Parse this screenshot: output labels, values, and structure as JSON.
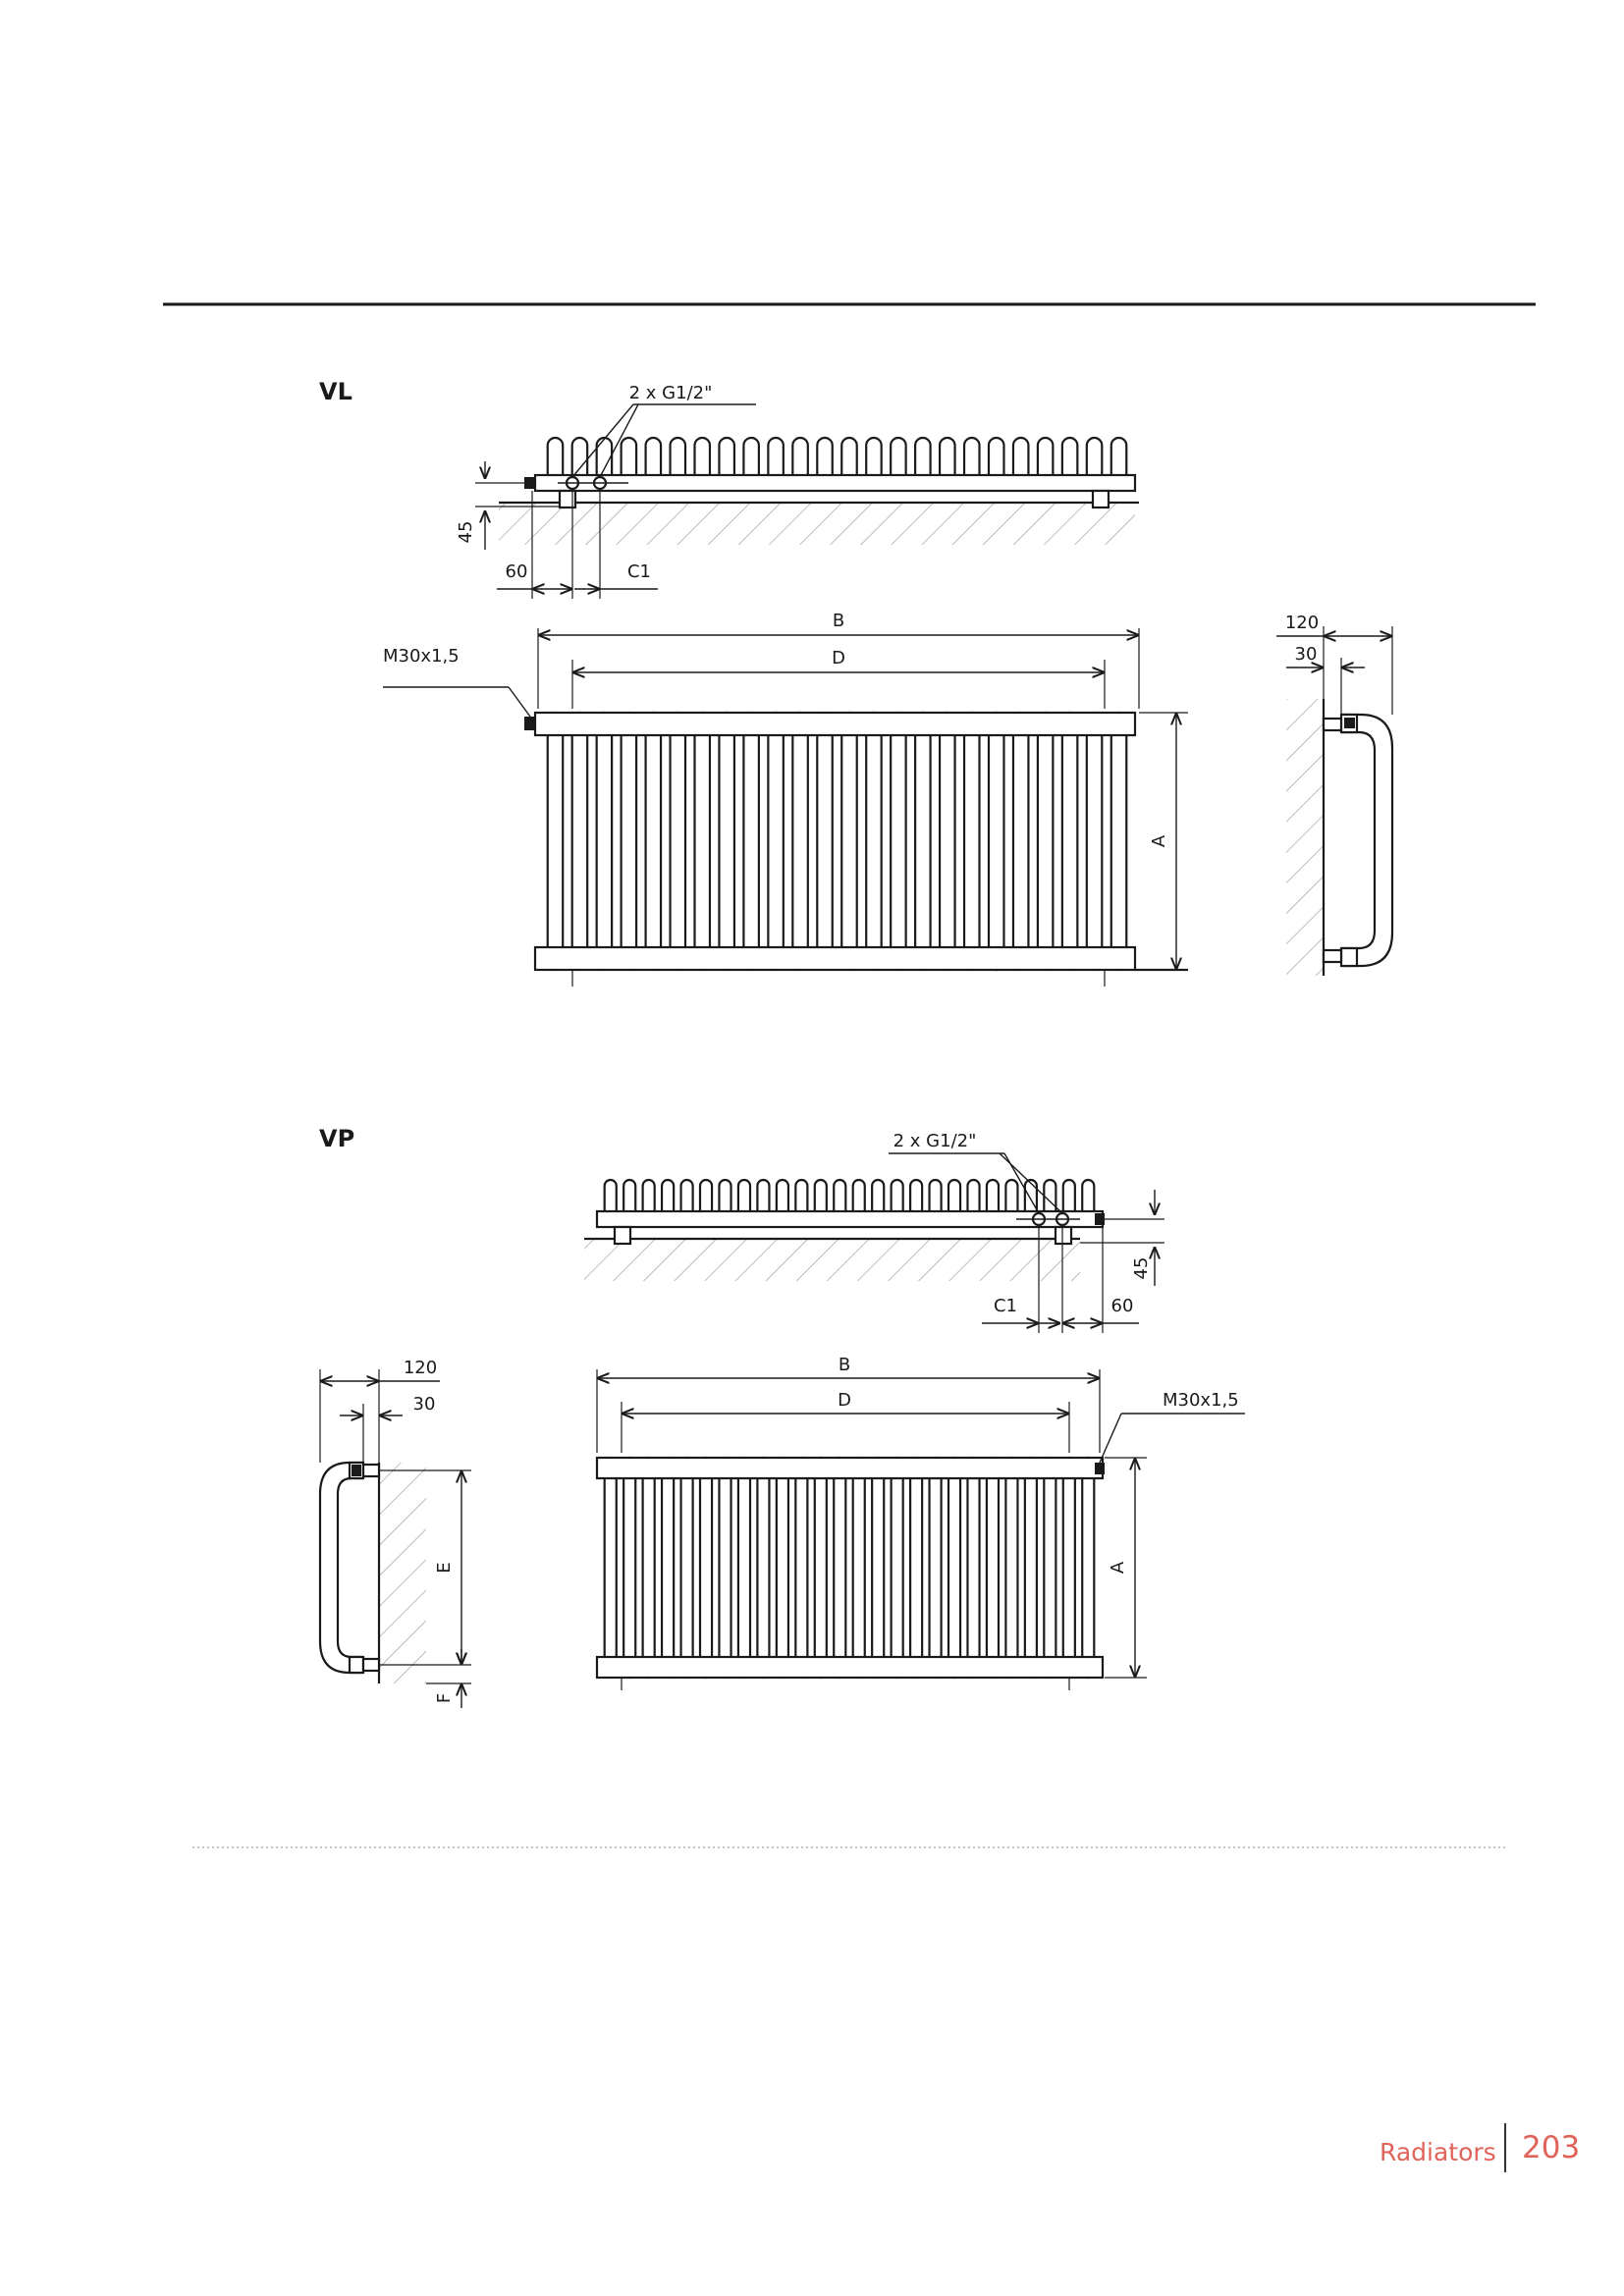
{
  "sections": [
    {
      "title": "VL",
      "top_view": {
        "connection_label": "2 x G1/2\"",
        "dim_45": "45",
        "dim_60": "60",
        "dim_c1": "C1"
      },
      "front_view": {
        "dim_b": "B",
        "dim_d": "D",
        "dim_a": "A",
        "thread_label": "M30x1,5"
      },
      "side_view": {
        "dim_120": "120",
        "dim_30": "30"
      }
    },
    {
      "title": "VP",
      "top_view": {
        "connection_label": "2 x G1/2\"",
        "dim_45": "45",
        "dim_60": "60",
        "dim_c1": "C1"
      },
      "front_view": {
        "dim_b": "B",
        "dim_d": "D",
        "dim_a": "A",
        "thread_label": "M30x1,5"
      },
      "side_view": {
        "dim_120": "120",
        "dim_30": "30",
        "dim_e": "E",
        "dim_f": "F"
      }
    }
  ],
  "footer": {
    "section_label": "Radiators",
    "page_number": "203"
  },
  "colors": {
    "line": "#1a1a1a",
    "accent": "#e0635a",
    "hatch": "#9a9a9a",
    "dotted_rule": "#b0b0b0"
  }
}
